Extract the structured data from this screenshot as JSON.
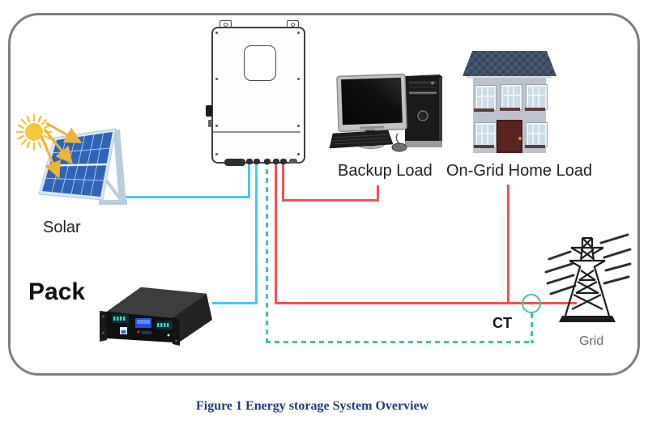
{
  "figure": {
    "caption": "Figure 1 Energy storage System Overview"
  },
  "labels": {
    "solar": "Solar",
    "pack": "Pack",
    "backup_load": "Backup Load",
    "on_grid_home_load": "On-Grid Home Load",
    "ct": "CT",
    "grid": "Grid"
  },
  "line_colors": {
    "pv_battery_line_cyan": "#49c8f0",
    "ac_power_line_red": "#f25252",
    "ct_sensor_line_green": "#3ccb8d",
    "caption_text": "#1e3d7a"
  },
  "icons": [
    "sun-icon",
    "solar-panel-icon",
    "battery-pack-icon",
    "hybrid-inverter-icon",
    "desktop-computer-icon",
    "house-icon",
    "ct-clamp-icon",
    "transmission-tower-icon"
  ]
}
